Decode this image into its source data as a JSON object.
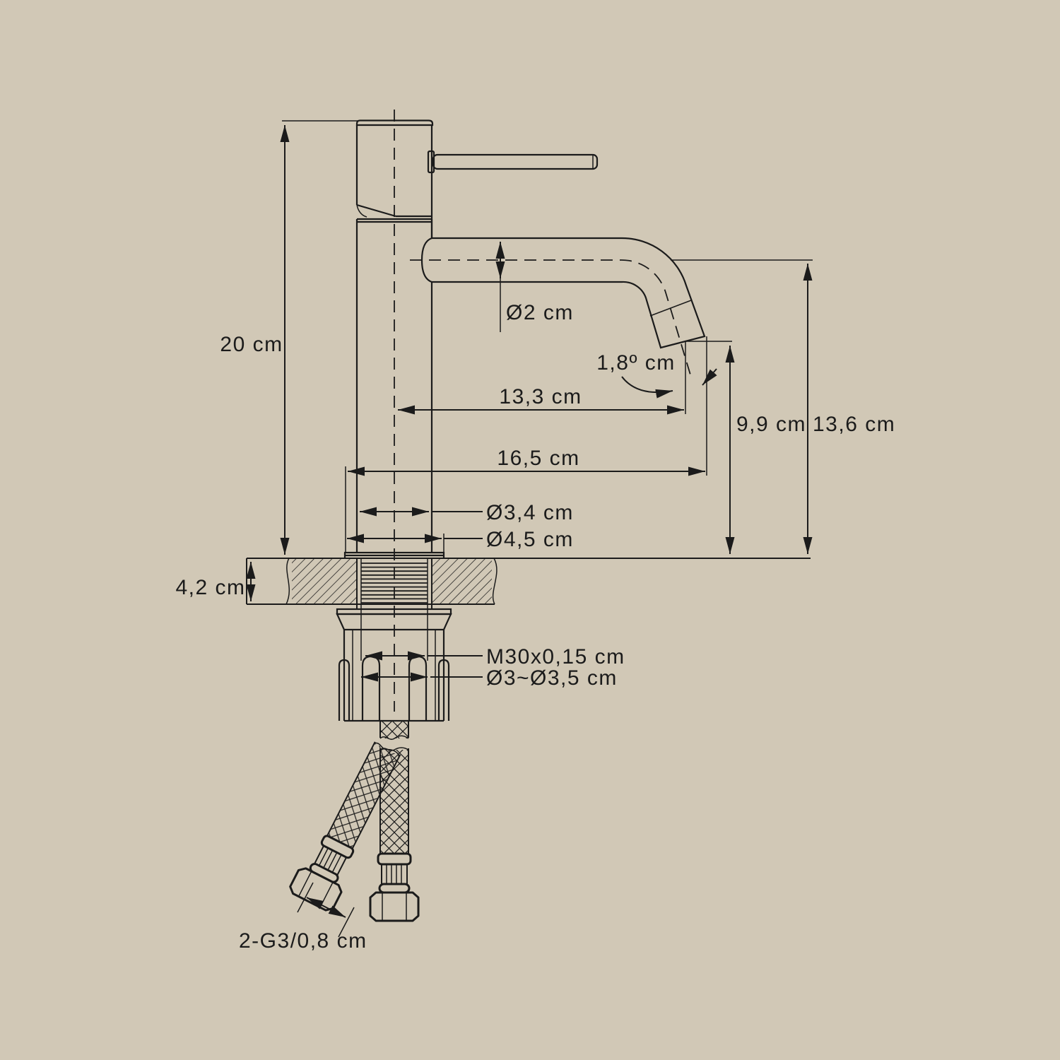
{
  "drawing": {
    "type": "faucet technical dimension drawing",
    "unit": "cm",
    "colors": {
      "background": "#d1c8b6",
      "line": "#1b1b1b"
    }
  },
  "labels": {
    "total_height": "20 cm",
    "spout_tube_diameter": "Ø2 cm",
    "tip_angle": "1,8º cm",
    "spout_reach": "13,3 cm",
    "tip_height": "9,9 cm",
    "spout_centerline_height": "13,6 cm",
    "total_reach": "16,5 cm",
    "body_diameter": "Ø3,4 cm",
    "base_diameter": "Ø4,5 cm",
    "counter_thickness": "4,2 cm",
    "thread_spec": "M30x0,15 cm",
    "hole_diameter": "Ø3~Ø3,5 cm",
    "hose_spec": "2-G3/0,8 cm"
  }
}
